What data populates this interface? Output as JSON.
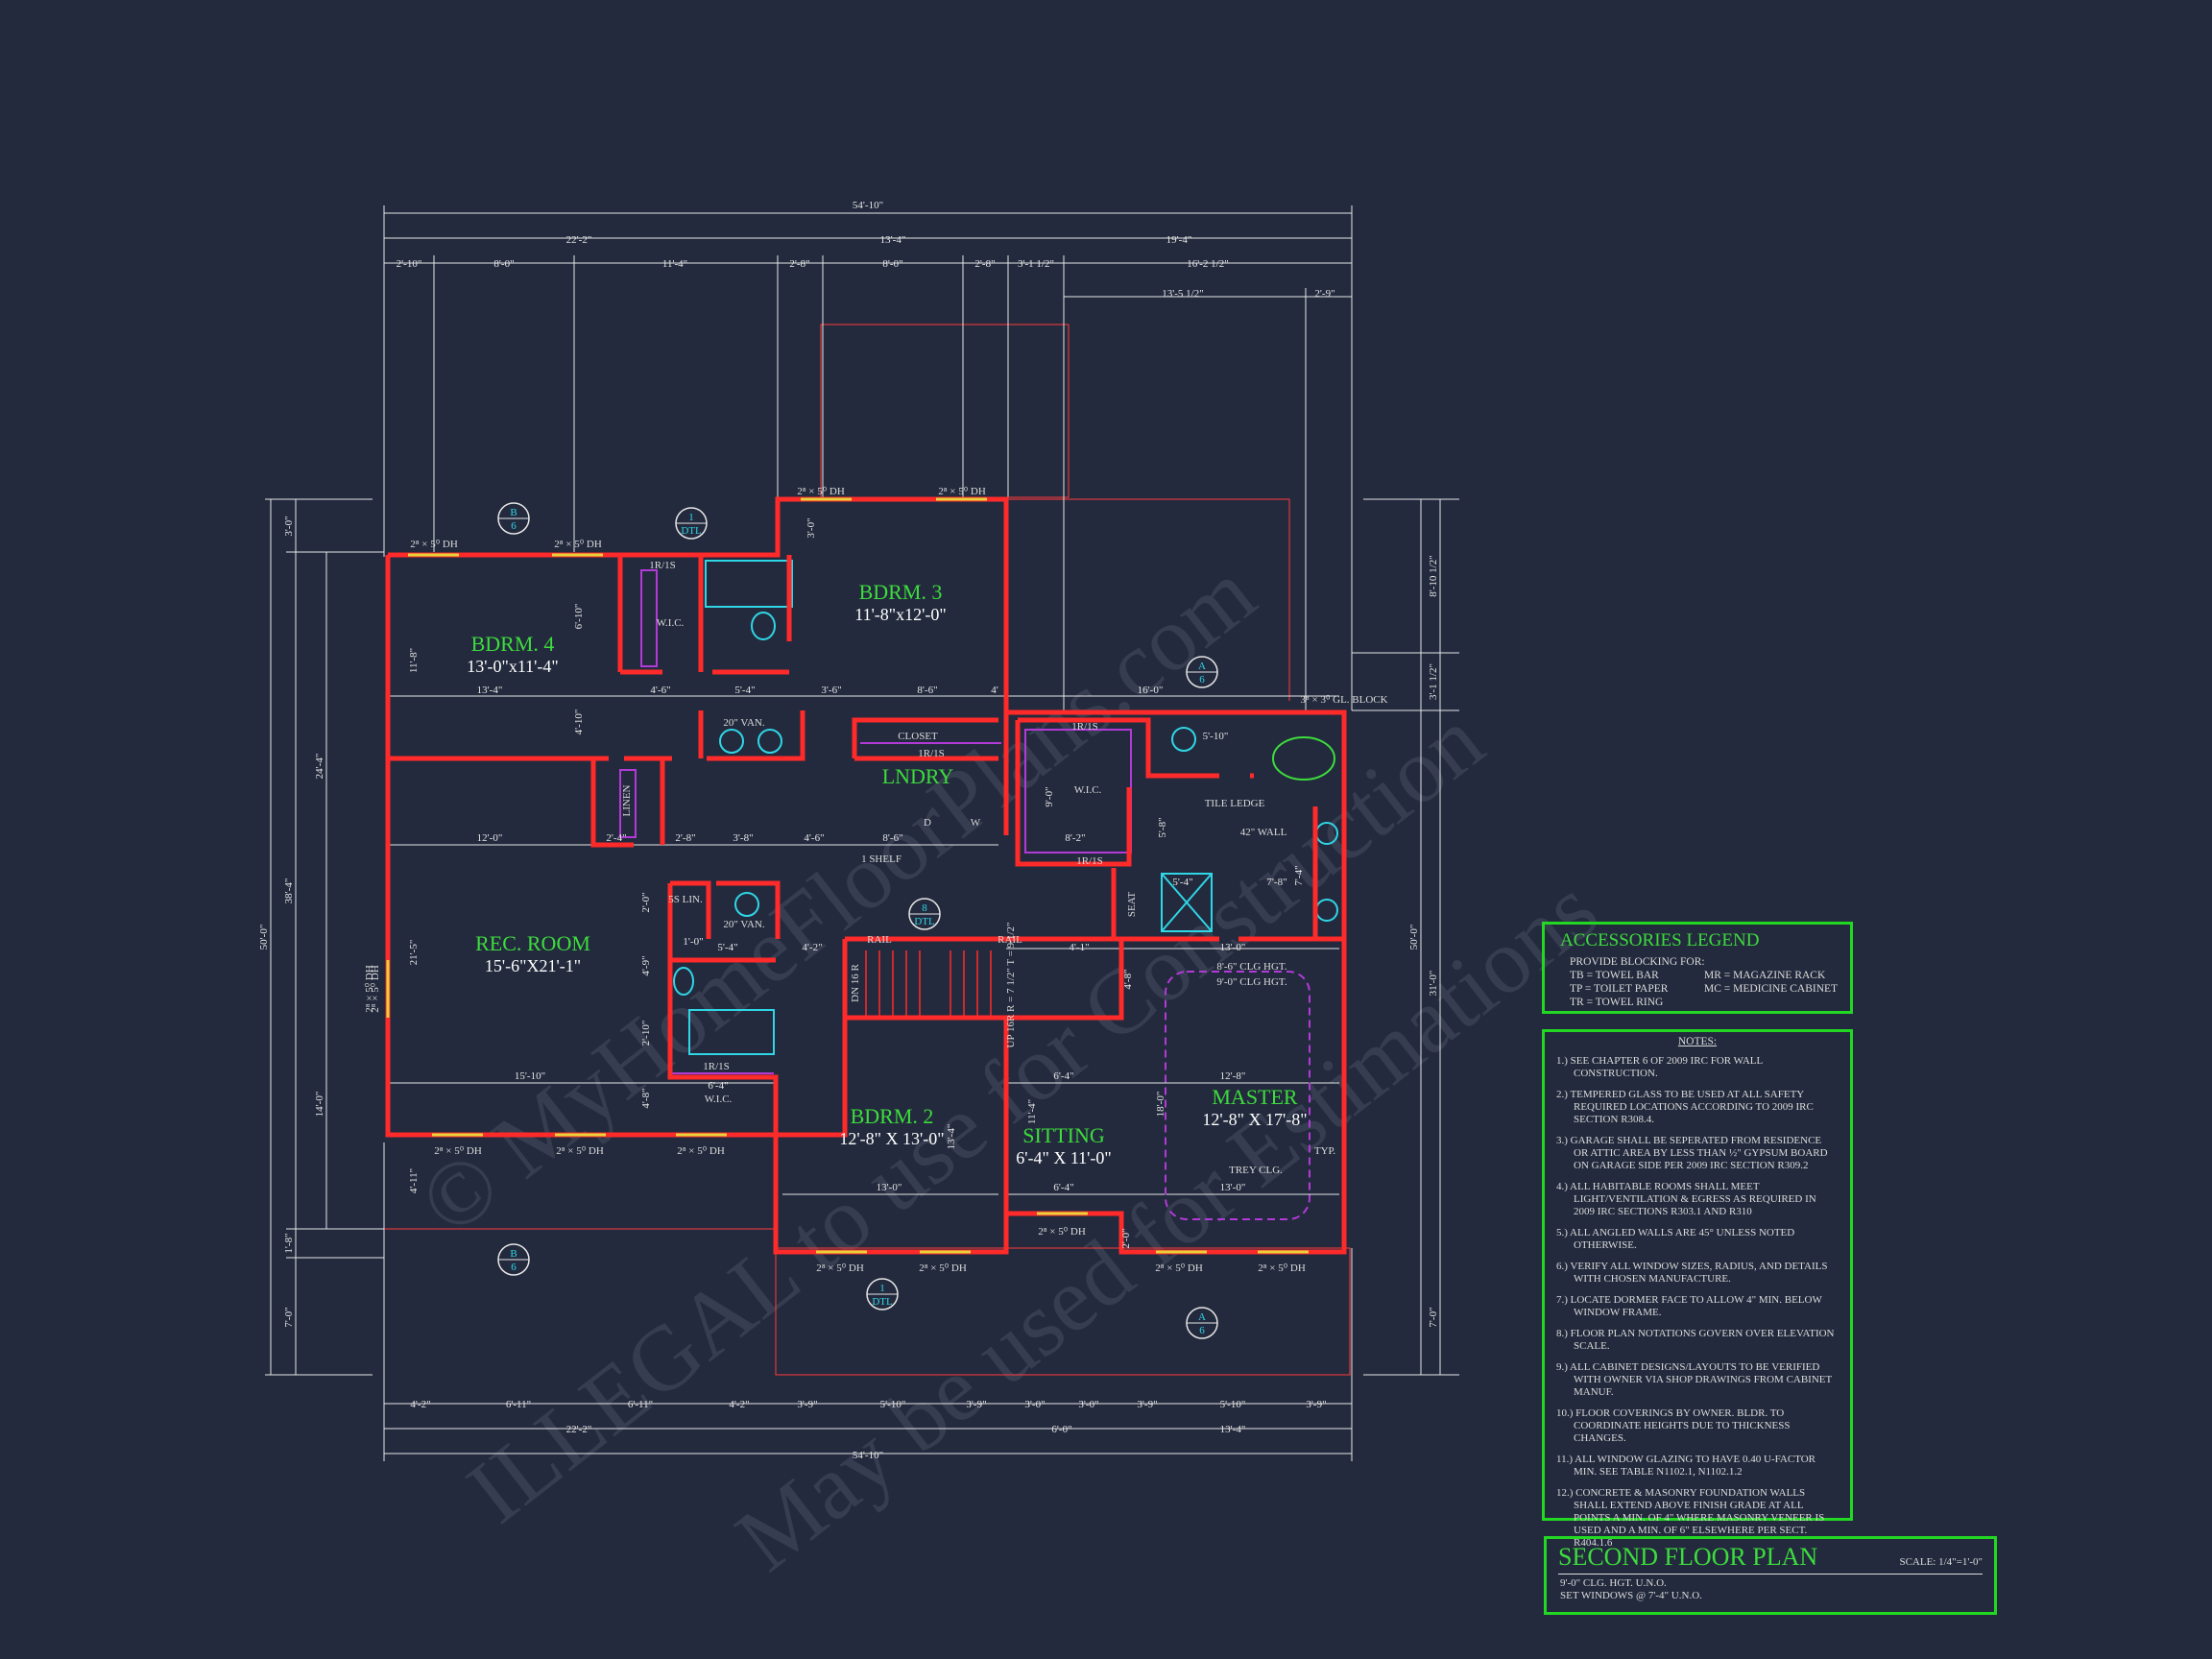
{
  "watermark": [
    "© MyHomeFloorPlans.com",
    "ILLEGAL to use for Construction",
    "May be used for Estimations"
  ],
  "rooms": [
    {
      "name": "BDRM. 4",
      "size": "13'-0\"x11'-4\""
    },
    {
      "name": "BDRM. 3",
      "size": "11'-8\"x12'-0\""
    },
    {
      "name": "LNDRY",
      "size": ""
    },
    {
      "name": "REC. ROOM",
      "size": "15'-6\"X21'-1\""
    },
    {
      "name": "BDRM. 2",
      "size": "12'-8\" X 13'-0\""
    },
    {
      "name": "SITTING",
      "size": "6'-4\" X 11'-0\""
    },
    {
      "name": "MASTER",
      "size": "12'-8\" X 17'-8\""
    }
  ],
  "dims_top": {
    "overall": "54'-10\"",
    "row2": [
      "22'-2\"",
      "13'-4\"",
      "19'-4\""
    ],
    "row3": [
      "2'-10\"",
      "8'-0\"",
      "11'-4\"",
      "2'-8\"",
      "8'-0\"",
      "2'-8\"",
      "3'-1 1/2\"",
      "16'-2 1/2\""
    ],
    "row4": [
      "13'-5 1/2\"",
      "2'-9\""
    ]
  },
  "dims_bottom": {
    "row1": [
      "4'-2\"",
      "6'-11\"",
      "6'-11\"",
      "4'-2\"",
      "3'-9\"",
      "5'-10\"",
      "3'-9\"",
      "3'-0\"",
      "3'-0\"",
      "3'-9\"",
      "5'-10\"",
      "3'-9\""
    ],
    "row2": [
      "22'-2\"",
      "6'-0\"",
      "13'-4\""
    ],
    "overall": "54'-10\""
  },
  "dims_left": [
    "3'-0\"",
    "24'-4\"",
    "38'-4\"",
    "50'-0\"",
    "14'-0\"",
    "1'-8\"",
    "7'-0\""
  ],
  "dims_right": [
    "8'-10 1/2\"",
    "3'-1 1/2\"",
    "50'-0\"",
    "31'-0\"",
    "7'-0\""
  ],
  "labels": {
    "windows": [
      "2⁸ × 5⁰ DH",
      "2⁸ × 5⁰ DH",
      "2⁸ × 5⁰ DH",
      "2⁸ × 5⁰ DH",
      "2⁸ × 5⁰ DH",
      "2⁸ × 5⁰ DH",
      "2⁸ × 5⁰ DH",
      "2⁸ × 5⁰ DH",
      "2⁸ × 5⁰ DH",
      "2⁸ × 5⁰ DH",
      "2⁸ × 5⁰ DH",
      "2⁸ × 5⁰ DH",
      "2⁸ × 5⁰ DH",
      "2⁸ × 5⁰ DH"
    ],
    "glblock": "3⁸ × 3⁰ GL. BLOCK",
    "wic": "W.I.C.",
    "van20": "20\" VAN.",
    "closet": "CLOSET",
    "shelf": "1R/1S",
    "rail": "RAIL",
    "dn16r": "DN 16 R",
    "stair": "UP 16R  R = 7 1/2\"  T = 9 1/2\"",
    "tile": "TILE LEDGE",
    "wall42": "42\" WALL",
    "seat": "SEAT",
    "clg1": "8'-6\" CLG HGT.",
    "clg2": "9'-0\" CLG HGT.",
    "trey": "TREY CLG.",
    "typ": "TYP.",
    "linen": "LINEN",
    "sslin": "5S LIN.",
    "oneshelf": "1 SHELF",
    "dw": [
      "D",
      "W"
    ],
    "int_dims": [
      "11'-8\"",
      "13'-4\"",
      "4'-6\"",
      "5'-4\"",
      "3'-6\"",
      "8'-6\"",
      "4'",
      "16'-0\"",
      "6'-10\"",
      "4'-10\"",
      "12'-0\"",
      "2'-4\"",
      "2'-8\"",
      "3'-8\"",
      "4'-6\"",
      "8'-6\"",
      "9'-0\"",
      "8'-2\"",
      "5'-10\"",
      "13'-0\"",
      "12'-8\"",
      "6'-4\"",
      "11'-4\"",
      "18'-0\"",
      "13'-0\"",
      "6'-4\"",
      "13'-0\"",
      "13'-4\"",
      "15'-10\"",
      "21'-5\"",
      "5'-4\"",
      "4'-2\"",
      "4'-1\"",
      "6'-4\"",
      "4'-9\"",
      "2'-10\"",
      "4'-8\"",
      "7'-8\"",
      "7'-4\"",
      "5'-8\"",
      "5'-4\"",
      "4'-8\"",
      "3'-0\"",
      "1'-0\"",
      "2'-0\"",
      "4'-11\"",
      "2'-0\""
    ]
  },
  "markers": [
    {
      "top": "B",
      "bottom": "6"
    },
    {
      "top": "1",
      "bottom": "DTL"
    },
    {
      "top": "A",
      "bottom": "6"
    },
    {
      "top": "B",
      "bottom": "6"
    },
    {
      "top": "1",
      "bottom": "DTL"
    },
    {
      "top": "A",
      "bottom": "6"
    },
    {
      "top": "8",
      "bottom": "DTL"
    }
  ],
  "legend": {
    "title": "ACCESSORIES LEGEND",
    "intro": "PROVIDE BLOCKING FOR:",
    "left": [
      "TB = TOWEL BAR",
      "TP = TOILET PAPER",
      "TR = TOWEL RING"
    ],
    "right": [
      "MR = MAGAZINE RACK",
      "MC = MEDICINE CABINET",
      ""
    ]
  },
  "notes": {
    "title": "NOTES:",
    "items": [
      "1.) SEE CHAPTER 6 OF 2009 IRC FOR WALL CONSTRUCTION.",
      "2.) TEMPERED GLASS TO BE USED AT ALL SAFETY REQUIRED LOCATIONS ACCORDING TO 2009 IRC SECTION R308.4.",
      "3.) GARAGE SHALL BE SEPERATED FROM RESIDENCE OR ATTIC AREA BY LESS THAN ½\" GYPSUM BOARD ON GARAGE SIDE PER 2009 IRC SECTION R309.2",
      "4.) ALL HABITABLE ROOMS SHALL MEET LIGHT/VENTILATION & EGRESS AS REQUIRED IN 2009 IRC SECTIONS R303.1 AND R310",
      "5.) ALL ANGLED WALLS ARE 45° UNLESS NOTED OTHERWISE.",
      "6.) VERIFY ALL WINDOW SIZES, RADIUS, AND DETAILS WITH CHOSEN MANUFACTURE.",
      "7.) LOCATE DORMER FACE TO ALLOW 4\" MIN. BELOW WINDOW FRAME.",
      "8.) FLOOR PLAN NOTATIONS GOVERN OVER ELEVATION SCALE.",
      "9.) ALL CABINET DESIGNS/LAYOUTS TO BE VERIFIED WITH OWNER VIA SHOP DRAWINGS FROM CABINET MANUF.",
      "10.) FLOOR COVERINGS BY OWNER. BLDR. TO COORDINATE HEIGHTS DUE TO THICKNESS CHANGES.",
      "11.) ALL WINDOW GLAZING TO HAVE 0.40 U-FACTOR MIN. SEE TABLE N1102.1, N1102.1.2",
      "12.) CONCRETE & MASONRY FOUNDATION WALLS SHALL EXTEND ABOVE FINISH GRADE AT ALL POINTS A MIN. OF 4\" WHERE MASONRY VENEER IS USED AND A MIN. OF 6\" ELSEWHERE PER SECT. R404.1.6"
    ]
  },
  "sheet": {
    "title": "SECOND FLOOR PLAN",
    "scale": "SCALE: 1/4\"=1'-0\"",
    "lines": [
      "9'-0\" CLG. HGT. U.N.O.",
      "SET WINDOWS @ 7'-4\" U.N.O."
    ]
  },
  "colors": {
    "background": "#232a3d",
    "walls": "#ff2a2a",
    "room_text": "#3ddc3d",
    "frame": "#22d822",
    "fixtures": "#2fd6e6",
    "closet": "#b23ad6"
  }
}
